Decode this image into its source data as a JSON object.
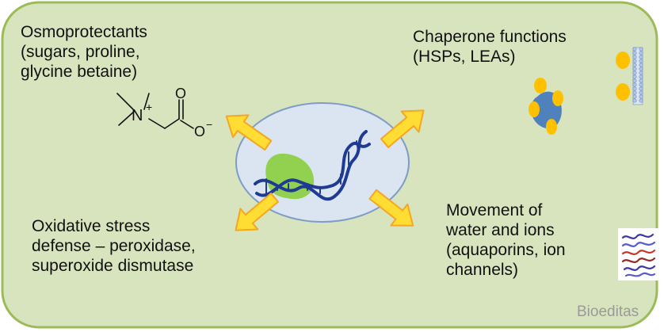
{
  "labels": {
    "osmoprotectants": [
      "Osmoprotectants",
      "(sugars, proline,",
      "glycine betaine)"
    ],
    "chaperone": [
      "Chaperone functions",
      "(HSPs, LEAs)"
    ],
    "oxidative": [
      "Oxidative stress",
      "defense – peroxidase,",
      "superoxide dismutase"
    ],
    "movement": [
      "Movement of",
      "water and ions",
      "(aquaporins, ion",
      "channels)"
    ]
  },
  "molecule": {
    "nitrogen": "N",
    "charge_plus": "+",
    "oxygen_top": "O",
    "oxygen_minus": "O",
    "charge_minus": "−"
  },
  "watermark": "Bioeditas",
  "colors": {
    "cell_fill": "#d8e4bd",
    "cell_border": "#9bbb59",
    "nucleus_fill": "#dbe5f1",
    "nucleus_border": "#7f9cc7",
    "chromatin": "#92d050",
    "dna": "#1f3a93",
    "arrow_fill": "#ffdd33",
    "arrow_border": "#f5a623",
    "protein": "#4f81bd",
    "chaperone_dots": "#ffc000",
    "membrane": "#b4c7e7"
  }
}
